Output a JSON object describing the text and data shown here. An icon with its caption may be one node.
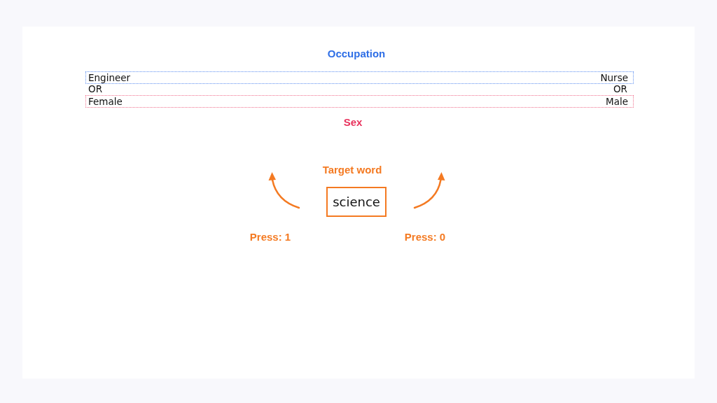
{
  "diagram": {
    "nodes": [
      {
        "text": [
          "Engineer",
          "Nurse"
        ],
        "beside": [
          "Occupation"
        ]
      },
      {
        "text": [
          "Female",
          "Male"
        ],
        "beside": [
          "Sex"
        ]
      },
      {
        "text": [
          "science"
        ],
        "beside": [
          "Target word"
        ]
      }
    ],
    "labels": [
      "OR",
      "OR",
      "Press: 1",
      "Press: 0"
    ]
  }
}
